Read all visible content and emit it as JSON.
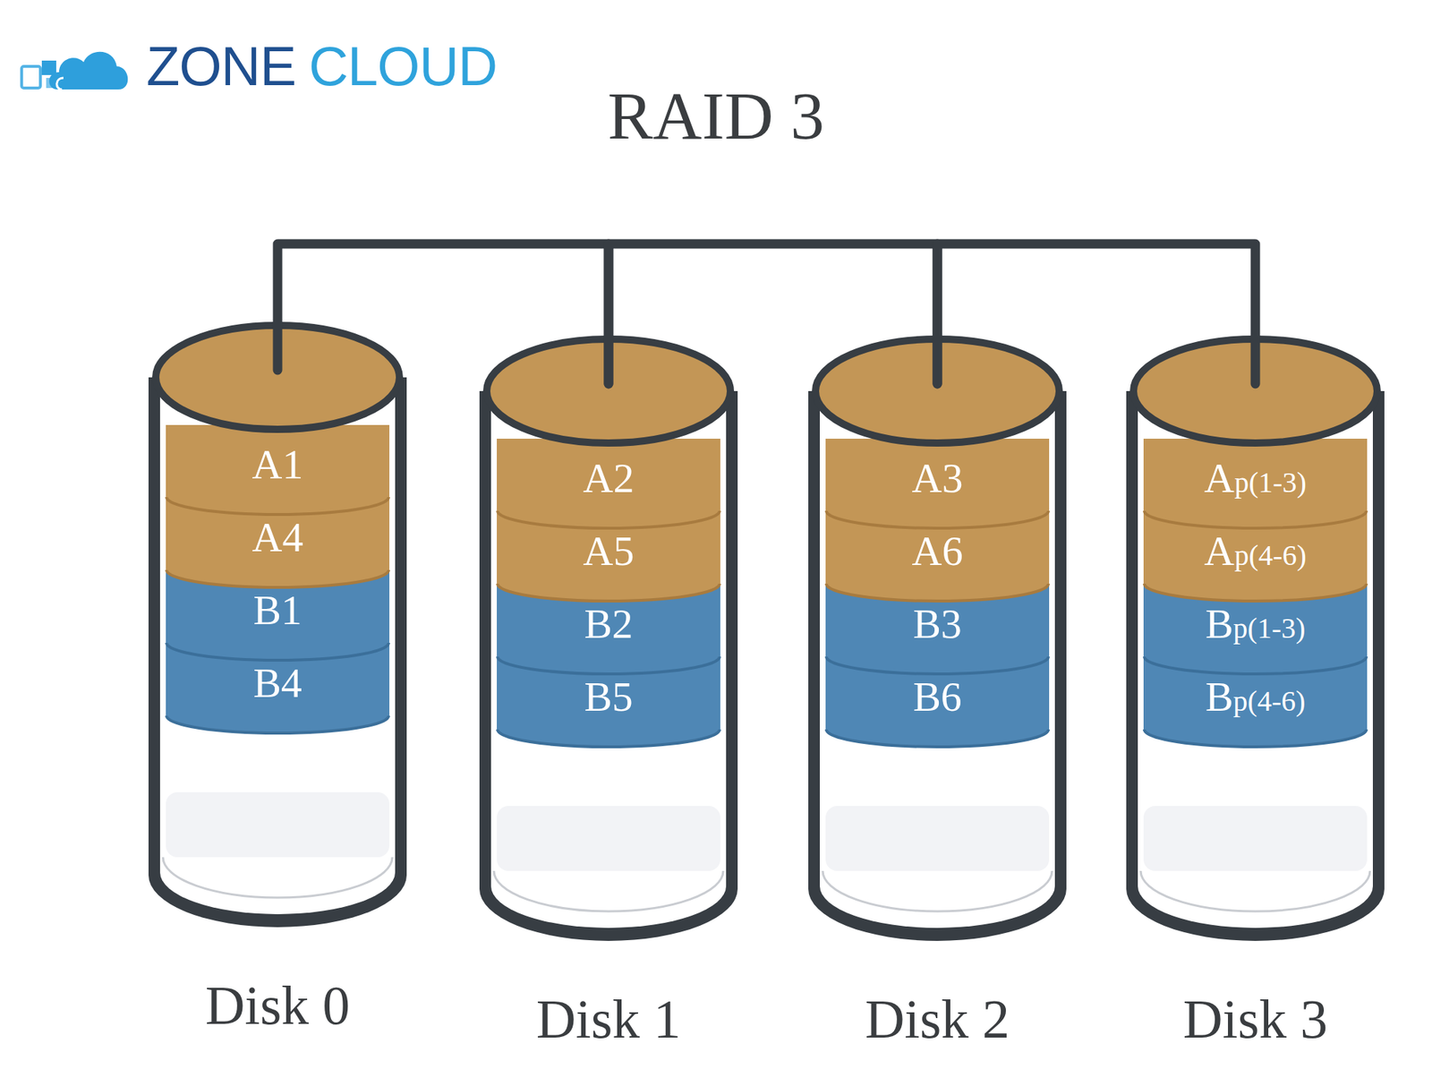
{
  "diagram": {
    "title": "RAID 3",
    "nodes": [
      {
        "text": [
          "Disk 0"
        ]
      },
      {
        "text": [
          "A1"
        ],
        "in": 0
      },
      {
        "text": [
          "A4"
        ],
        "in": 0
      },
      {
        "text": [
          "B1"
        ],
        "in": 0
      },
      {
        "text": [
          "B4"
        ],
        "in": 0
      },
      {
        "text": [
          "Disk 1"
        ]
      },
      {
        "text": [
          "A2"
        ],
        "in": 5
      },
      {
        "text": [
          "A5"
        ],
        "in": 5
      },
      {
        "text": [
          "B2"
        ],
        "in": 5
      },
      {
        "text": [
          "B5"
        ],
        "in": 5
      },
      {
        "text": [
          "Disk 2"
        ]
      },
      {
        "text": [
          "A3"
        ],
        "in": 10
      },
      {
        "text": [
          "A6"
        ],
        "in": 10
      },
      {
        "text": [
          "B3"
        ],
        "in": 10
      },
      {
        "text": [
          "B6"
        ],
        "in": 10
      },
      {
        "text": [
          "Disk 3"
        ]
      },
      {
        "text": [
          "Ap(1-3)"
        ],
        "in": 15
      },
      {
        "text": [
          "Ap(4-6)"
        ],
        "in": 15
      },
      {
        "text": [
          "Bp(1-3)"
        ],
        "in": 15
      },
      {
        "text": [
          "Bp(4-6)"
        ],
        "in": 15
      }
    ],
    "edges": [
      {
        "from": 0,
        "to": 5,
        "arrow": "none"
      },
      {
        "from": 5,
        "to": 10,
        "arrow": "none"
      },
      {
        "from": 10,
        "to": 15,
        "arrow": "none"
      }
    ],
    "labels": [
      "ZONE",
      "CLOUD"
    ]
  }
}
